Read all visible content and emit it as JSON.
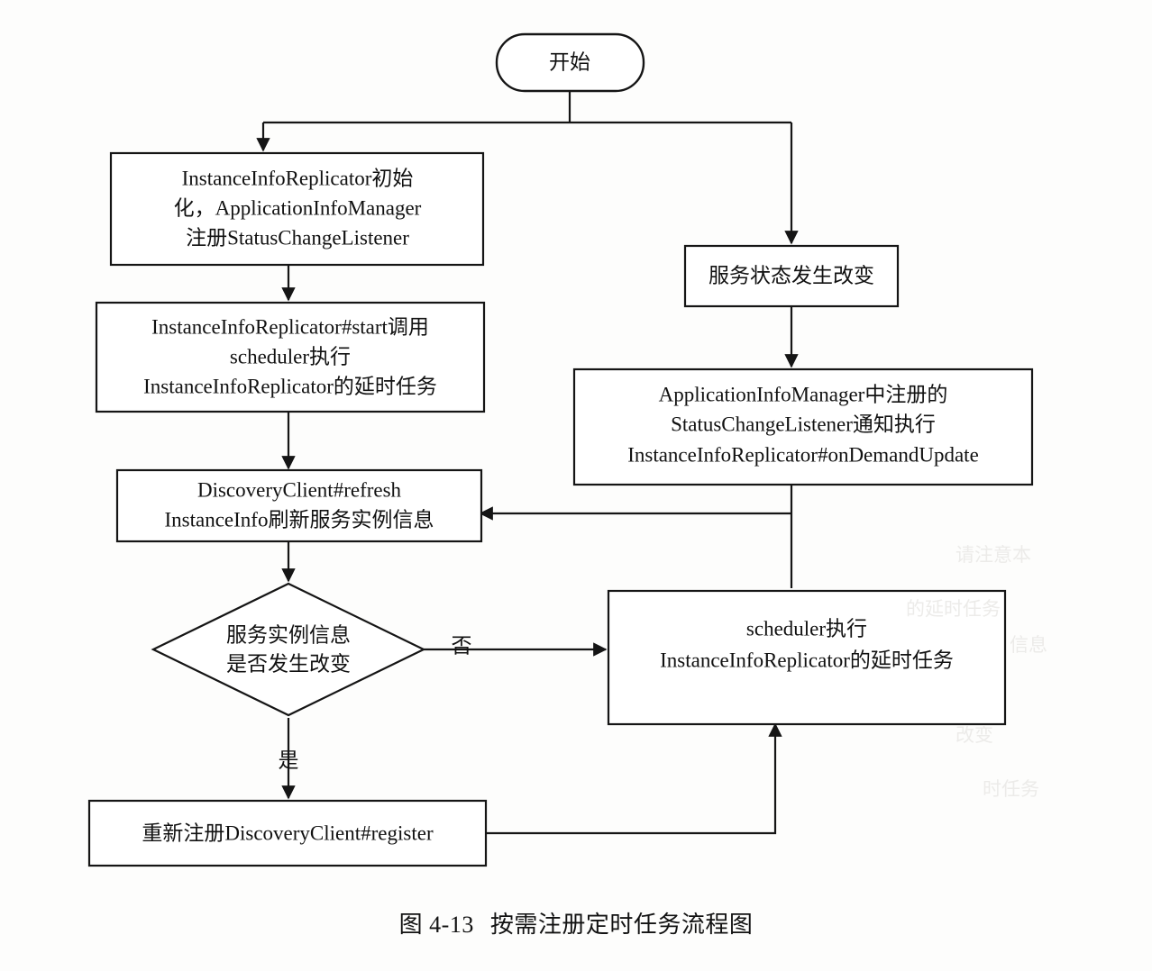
{
  "figure": {
    "caption_number": "图 4-13",
    "caption_text": "按需注册定时任务流程图",
    "colors": {
      "stroke": "#151515",
      "fill": "#ffffff",
      "text": "#111111",
      "page": "#fdfdfc"
    }
  },
  "nodes": {
    "start": {
      "shape": "rounded-rectangle",
      "label": "开始",
      "lines": [
        "开始"
      ]
    },
    "init_replicator": {
      "shape": "rectangle",
      "lines": [
        "InstanceInfoReplicator初始",
        "化，ApplicationInfoManager",
        "注册StatusChangeListener"
      ]
    },
    "start_scheduler": {
      "shape": "rectangle",
      "lines": [
        "InstanceInfoReplicator#start调用",
        "scheduler执行",
        "InstanceInfoReplicator的延时任务"
      ]
    },
    "refresh_instance_info": {
      "shape": "rectangle",
      "lines": [
        "DiscoveryClient#refresh",
        "InstanceInfo刷新服务实例信息"
      ]
    },
    "decision_changed": {
      "shape": "diamond",
      "lines": [
        "服务实例信息",
        "是否发生改变"
      ]
    },
    "re_register": {
      "shape": "rectangle",
      "lines": [
        "重新注册DiscoveryClient#register"
      ]
    },
    "status_changed": {
      "shape": "rectangle",
      "lines": [
        "服务状态发生改变"
      ]
    },
    "listener_notify": {
      "shape": "rectangle",
      "lines": [
        "ApplicationInfoManager中注册的",
        "StatusChangeListener通知执行",
        "InstanceInfoReplicator#onDemandUpdate"
      ]
    },
    "scheduler_delay_task": {
      "shape": "rectangle",
      "lines": [
        "scheduler执行",
        "InstanceInfoReplicator的延时任务"
      ]
    }
  },
  "edge_labels": {
    "no": "否",
    "yes": "是"
  },
  "ghosts": [
    "请注意本",
    "的延时任务",
    "信息",
    "改变",
    "时任务"
  ]
}
